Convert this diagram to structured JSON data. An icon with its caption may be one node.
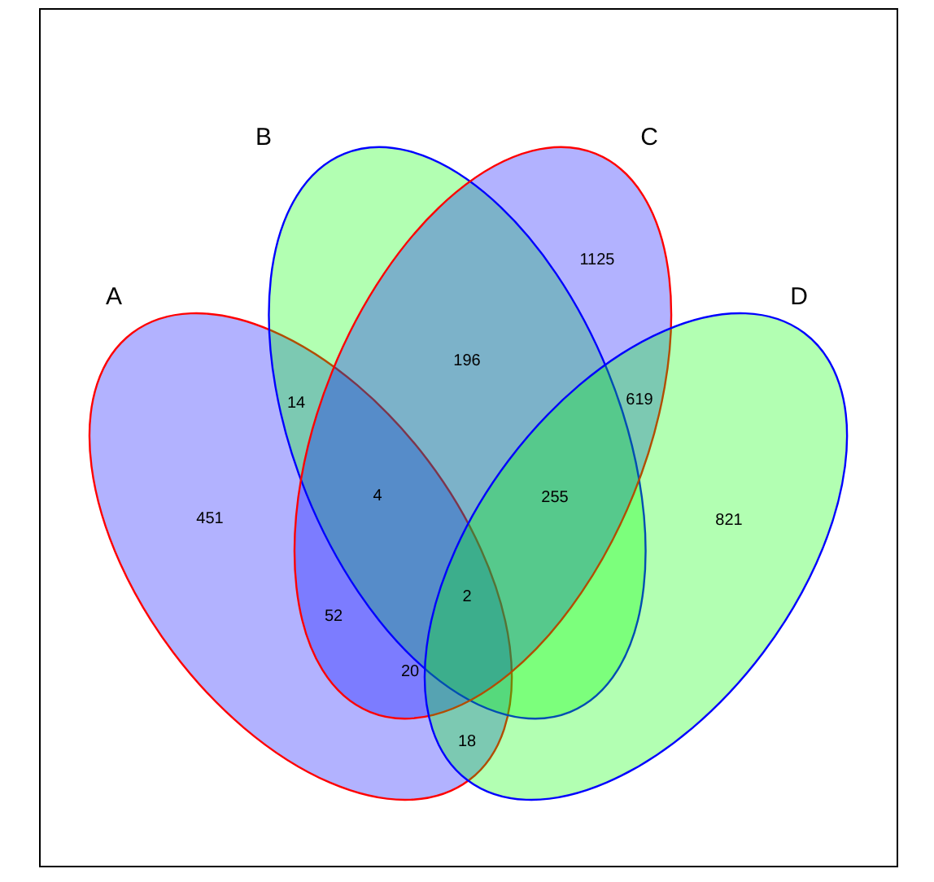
{
  "diagram": {
    "nodes": [
      {
        "text": [
          "A"
        ]
      },
      {
        "text": [
          "B"
        ]
      },
      {
        "text": [
          "C"
        ]
      },
      {
        "text": [
          "D"
        ]
      }
    ],
    "labels": [
      "1125",
      "196",
      "14",
      "619",
      "4",
      "451",
      "255",
      "821",
      "2",
      "52",
      "20",
      "18"
    ]
  }
}
